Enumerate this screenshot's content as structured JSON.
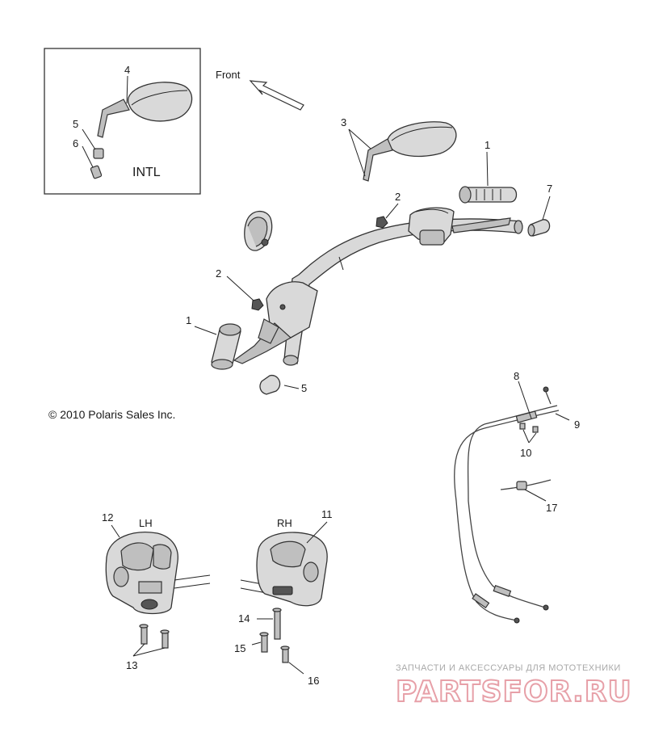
{
  "labels": {
    "front": "Front",
    "intl": "INTL",
    "copyright": "© 2010 Polaris Sales Inc.",
    "lh": "LH",
    "rh": "RH"
  },
  "callouts": {
    "c1_left": "1",
    "c1_right": "1",
    "c2_left": "2",
    "c2_right": "2",
    "c3": "3",
    "c4": "4",
    "c5_intl": "5",
    "c5_main": "5",
    "c6": "6",
    "c7": "7",
    "c8": "8",
    "c9": "9",
    "c10": "10",
    "c11": "11",
    "c12": "12",
    "c13": "13",
    "c14": "14",
    "c15": "15",
    "c16": "16",
    "c17": "17"
  },
  "watermark": {
    "tagline": "ЗАПЧАСТИ И АКСЕССУАРЫ ДЛЯ МОТОТЕХНИКИ",
    "brand": "PARTSFOR.RU"
  }
}
